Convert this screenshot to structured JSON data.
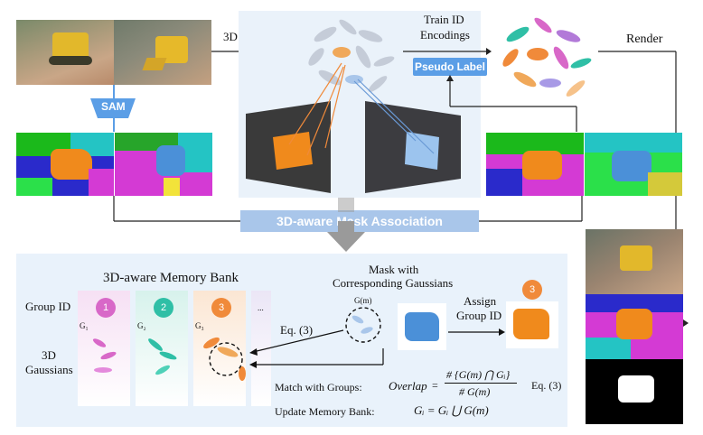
{
  "labels": {
    "gaussians_3d": "3D Gaussians",
    "train_id": "Train ID",
    "encodings": "Encodings",
    "pseudo_label": "Pseudo Label",
    "render": "Render",
    "sam": "SAM",
    "mask_association": "3D-aware Mask Association",
    "memory_bank_title": "3D-aware Memory Bank",
    "group_id": "Group ID",
    "gaussians_3d_line1": "3D",
    "gaussians_3d_line2": "Gaussians",
    "mask_with_line1": "Mask with",
    "mask_with_line2": "Corresponding Gaussians",
    "gm": "G(m)",
    "m": "m",
    "eq3": "Eq. (3)",
    "assign_line1": "Assign",
    "assign_line2": "Group ID",
    "match_with_groups": "Match with Groups:",
    "overlap": "Overlap",
    "equals": "=",
    "numerator": "# {G(m) ⋂ Gᵢ}",
    "denominator": "# G(m)",
    "eq3_right": "Eq. (3)",
    "update_memory_bank": "Update Memory Bank:",
    "update_formula": "Gᵢ = Gᵢ ⋃ G(m)"
  },
  "groups": [
    {
      "id": "1",
      "g": "G₁",
      "color": "#d868c8"
    },
    {
      "id": "2",
      "g": "G₂",
      "color": "#2fbfa6"
    },
    {
      "id": "3",
      "g": "G₃",
      "color": "#f08a3a"
    },
    {
      "id": "...",
      "g": "",
      "color": "#c9c2e8"
    }
  ],
  "assign_id": "3",
  "colors": {
    "accent_blue": "#5b9ee6",
    "bar_blue": "#a9c6ea",
    "panel_bg": "#e9f2fb",
    "toy_orange": "#f08a1c",
    "toy_blue": "#4b90d8"
  }
}
